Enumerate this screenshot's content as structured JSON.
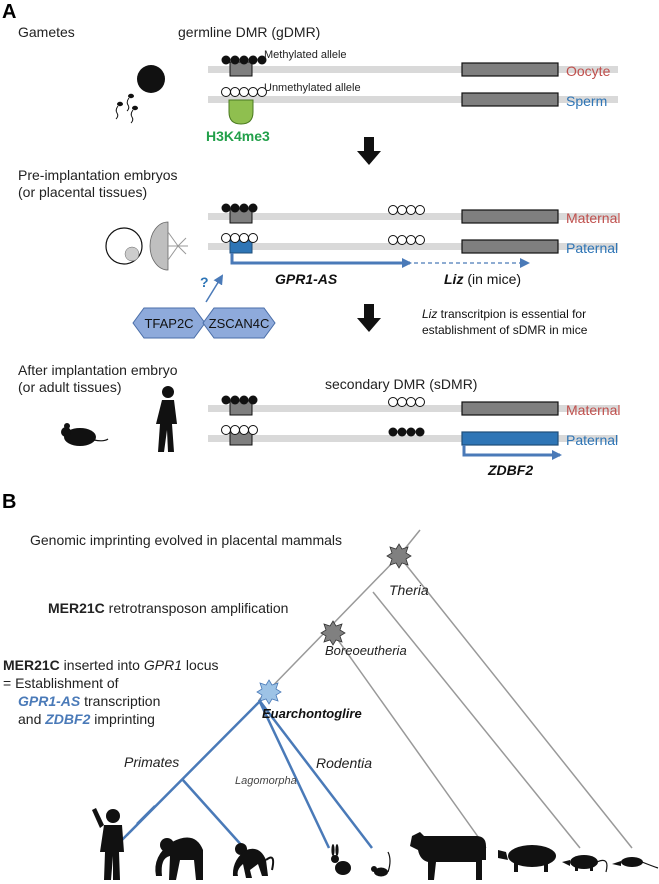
{
  "panel_a": {
    "label": "A",
    "gametes": {
      "stage_label": "Gametes",
      "title": "germline DMR (gDMR)",
      "methylated_allele": "Methylated allele",
      "unmethylated_allele": "Unmethylated allele",
      "histone_mark": "H3K4me3",
      "oocyte": "Oocyte",
      "sperm": "Sperm"
    },
    "preimplantation": {
      "stage_label_1": "Pre-implantation embryos",
      "stage_label_2": "(or placental tissues)",
      "maternal": "Maternal",
      "paternal": "Paternal",
      "question_mark": "?",
      "tf1": "TFAP2C",
      "tf2": "ZSCAN4C",
      "transcript1": "GPR1-AS",
      "transcript2": "Liz",
      "transcript2_note": "(in mice)",
      "note_italic": "Liz",
      "note_line1_rest": " transcritpion is essential for",
      "note_line2": "establishment of sDMR in mice"
    },
    "postimplantation": {
      "stage_label_1": "After implantation embryo",
      "stage_label_2": "(or adult tissues)",
      "title": "secondary DMR (sDMR)",
      "maternal": "Maternal",
      "paternal": "Paternal",
      "gene": "ZDBF2"
    }
  },
  "panel_b": {
    "label": "B",
    "headline": "Genomic imprinting evolved in placental mammals",
    "event2_bold": "MER21C",
    "event2_rest": " retrotransposon amplification",
    "event3_bold": "MER21C",
    "event3_mid": " inserted into ",
    "event3_italic": "GPR1",
    "event3_end": " locus",
    "event3_line2": "= Establishment of",
    "event3_gpr1as": "GPR1-AS",
    "event3_transcription": " transcription",
    "event3_and": "and ",
    "event3_zdbf2": "ZDBF2",
    "event3_imprinting": " imprinting",
    "clades": {
      "theria": "Theria",
      "boreoeutheria": "Boreoeutheria",
      "euarchontoglire": "Euarchontoglire",
      "primates": "Primates",
      "lagomorpha": "Lagomorpha",
      "rodentia": "Rodentia"
    },
    "silhouettes": [
      "human-silhouette",
      "chimpanzee-silhouette",
      "monkey-silhouette",
      "rabbit-silhouette",
      "mouse-silhouette",
      "cow-silhouette",
      "pig-silhouette",
      "opossum-silhouette",
      "shrew-silhouette"
    ]
  },
  "colors": {
    "maternal": "#c0504d",
    "paternal": "#2e75b6",
    "blue_line": "#4a7ab8",
    "histone": "#22a04a",
    "histone_fill": "#8fbf4f",
    "tf_fill": "#8eaadb",
    "gray_line": "#999999"
  }
}
